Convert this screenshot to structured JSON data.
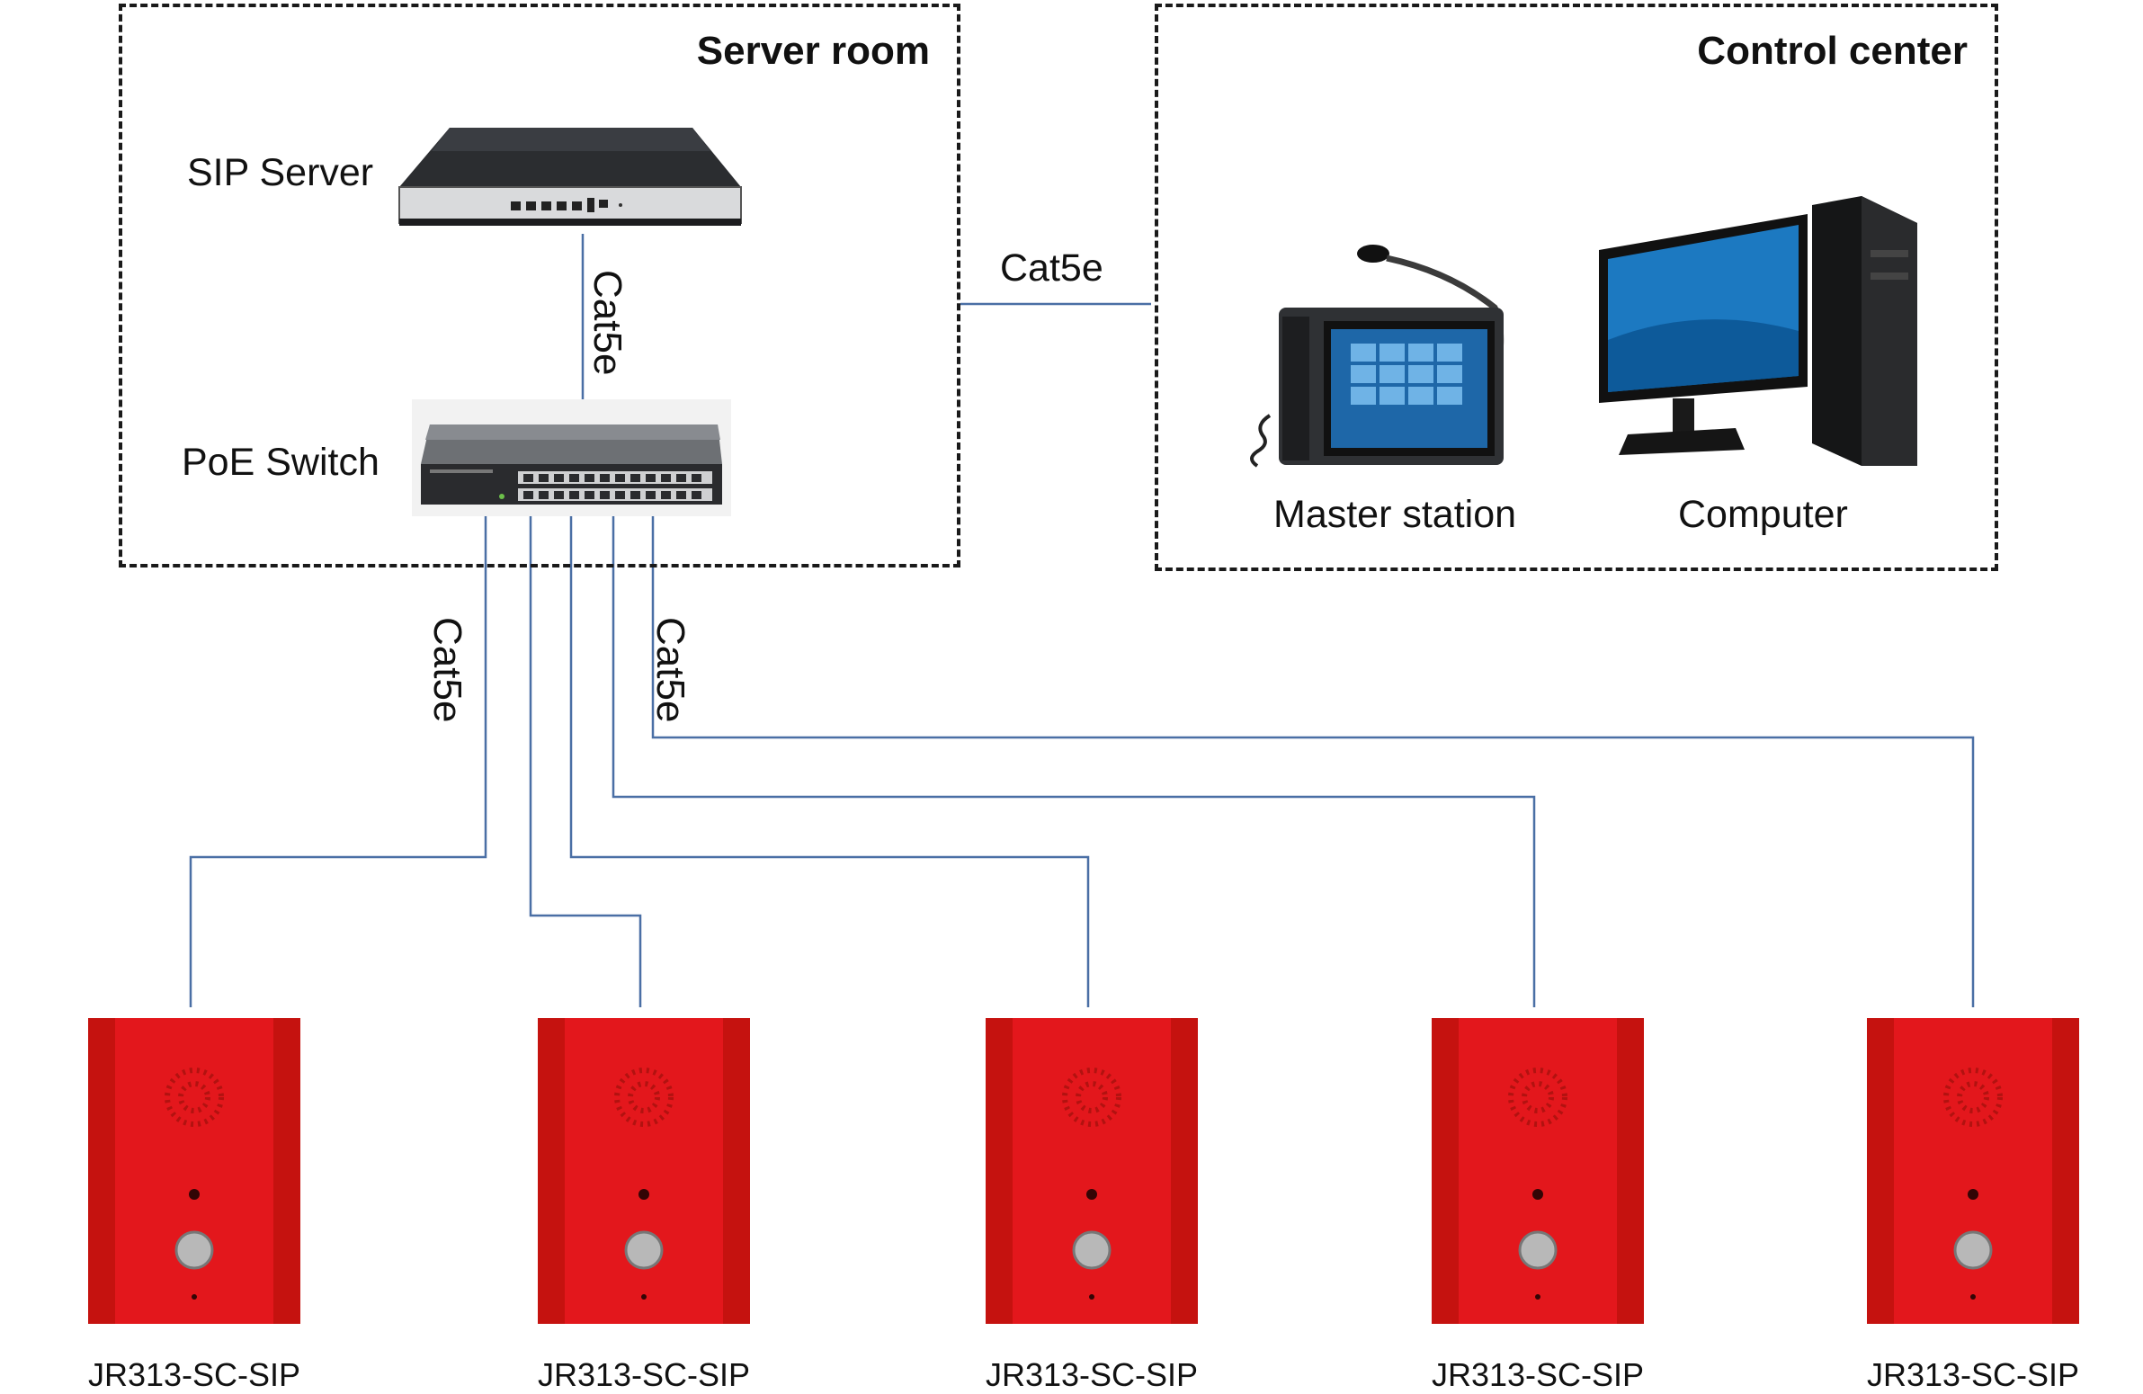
{
  "zones": {
    "server_room": {
      "title": "Server room"
    },
    "control_center": {
      "title": "Control center"
    }
  },
  "devices": {
    "sip_server": {
      "label": "SIP Server",
      "icon": "server-icon"
    },
    "poe_switch": {
      "label": "PoE Switch",
      "icon": "switch-icon"
    },
    "master_station": {
      "label": "Master station",
      "icon": "master-station-icon"
    },
    "computer": {
      "label": "Computer",
      "icon": "computer-icon"
    }
  },
  "links": {
    "server_to_switch": "Cat5e",
    "server_room_to_control": "Cat5e",
    "switch_to_phones_left": "Cat5e",
    "switch_to_phones_right": "Cat5e"
  },
  "phones": [
    {
      "model": "JR313-SC-SIP"
    },
    {
      "model": "JR313-SC-SIP"
    },
    {
      "model": "JR313-SC-SIP"
    },
    {
      "model": "JR313-SC-SIP"
    },
    {
      "model": "JR313-SC-SIP"
    }
  ],
  "colors": {
    "cable": "#4a6fa5",
    "phone_red": "#e3171c",
    "zone_border": "#1a1a1a"
  }
}
